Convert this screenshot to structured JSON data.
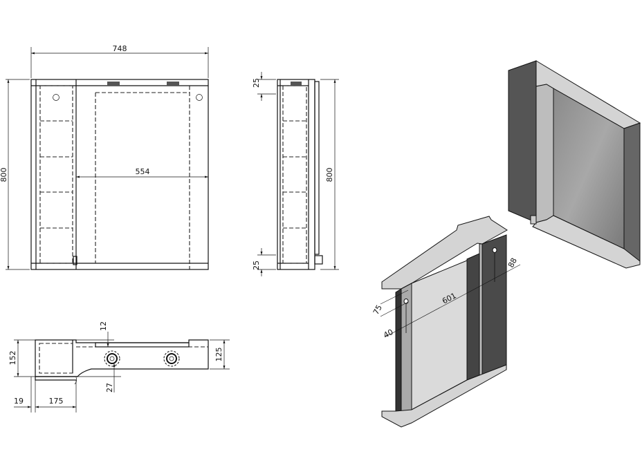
{
  "front_view": {
    "width_dim": "748",
    "height_dim": "800",
    "inner_width_dim": "554"
  },
  "side_view": {
    "top_dim": "25",
    "bottom_dim": "25",
    "height_dim": "800"
  },
  "top_view": {
    "depth_dim": "152",
    "depth_right_dim": "125",
    "offset_dim": "12",
    "hole_dim": "27",
    "edge_dim": "19",
    "cabinet_dim": "175"
  },
  "iso_view": {
    "hole_from_top_dim": "75",
    "hole_from_edge_dim": "40",
    "hole_spacing_dim": "601",
    "hole_right_dim": "88"
  },
  "colors": {
    "line": "#111111",
    "light_face": "#d8d8d8",
    "dark_face": "#4a4a4a",
    "mid_face": "#b5b5b5"
  }
}
